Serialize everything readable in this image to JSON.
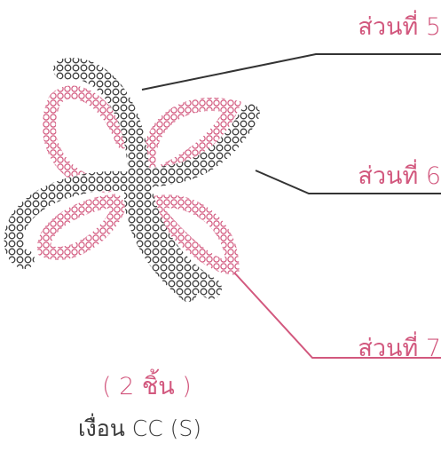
{
  "labels": {
    "part5": "ส่วนที่ 5",
    "part6": "ส่วนที่ 6",
    "part7": "ส่วนที่ 7"
  },
  "quantity": "( 2 ชิ้น )",
  "condition": "เงื่อน CC (S)",
  "colors": {
    "pink": "#d2587e",
    "dark": "#3c3c3c",
    "text": "#3a3a3a"
  },
  "icons": [
    "bead-motif-illustration"
  ]
}
